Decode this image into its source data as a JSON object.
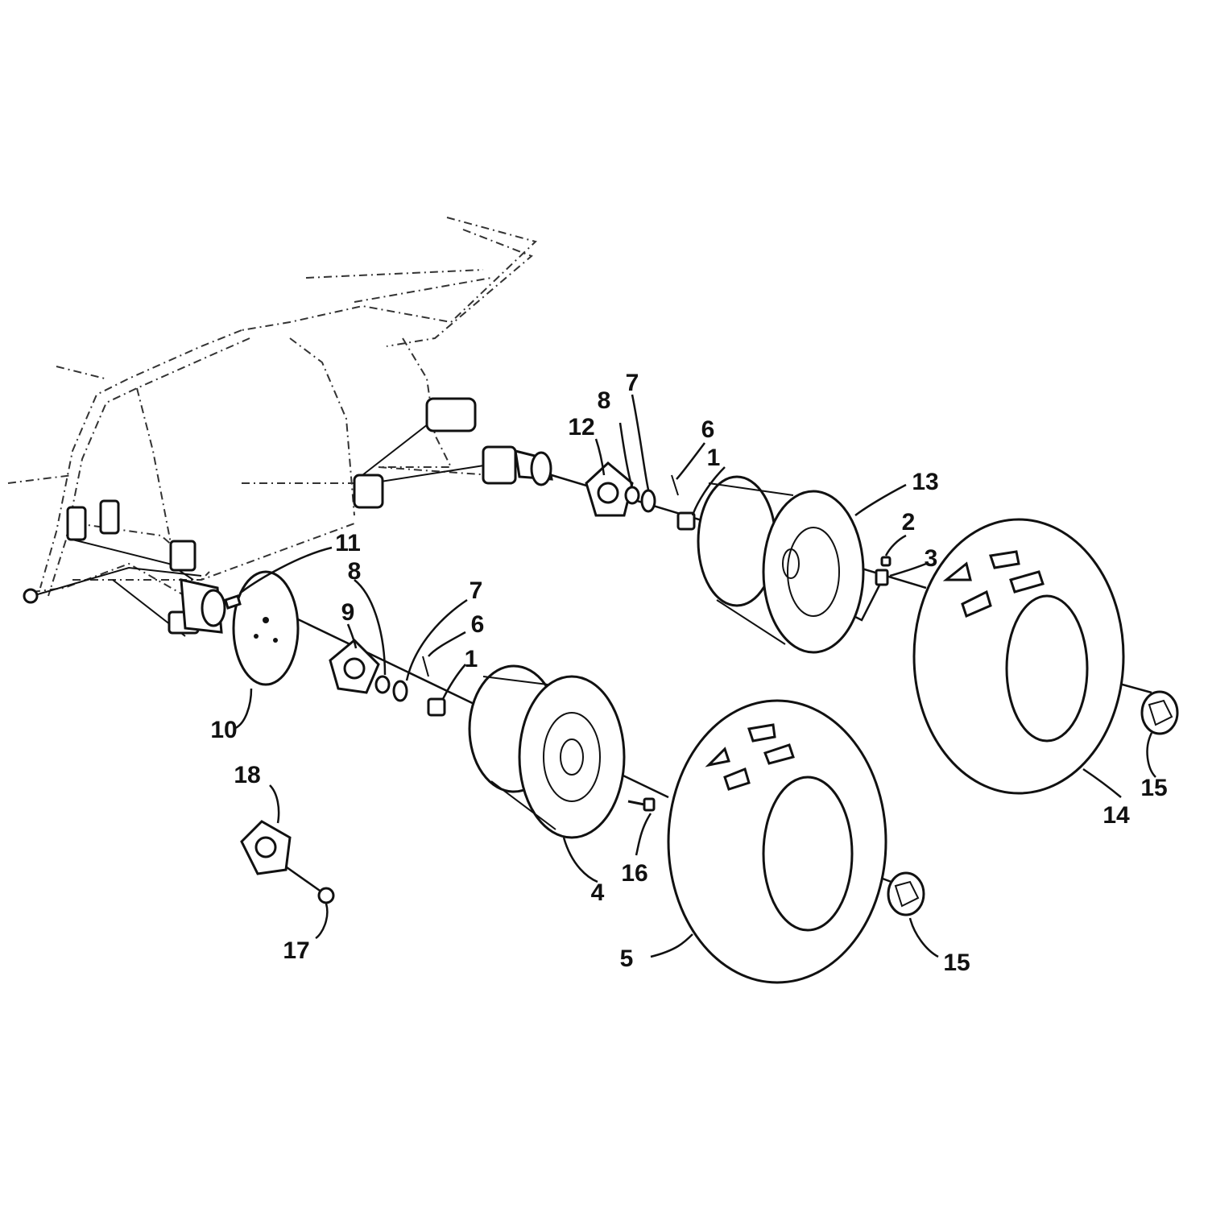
{
  "diagram": {
    "callouts": {
      "c1a": "1",
      "c1b": "1",
      "c2": "2",
      "c3": "3",
      "c4": "4",
      "c5": "5",
      "c6a": "6",
      "c6b": "6",
      "c7a": "7",
      "c7b": "7",
      "c8a": "8",
      "c8b": "8",
      "c9": "9",
      "c10": "10",
      "c11": "11",
      "c12": "12",
      "c13": "13",
      "c14": "14",
      "c15a": "15",
      "c15b": "15",
      "c16": "16",
      "c17": "17",
      "c18": "18"
    }
  }
}
